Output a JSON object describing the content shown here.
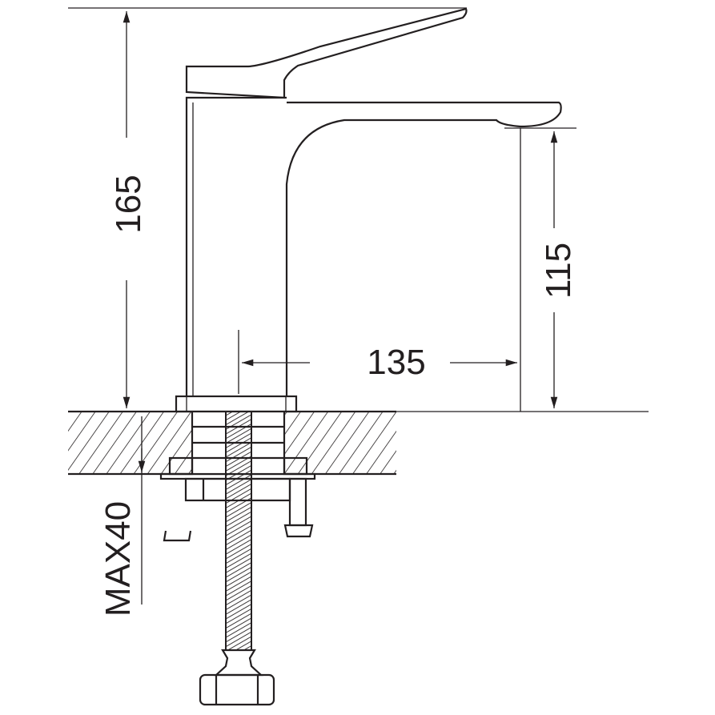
{
  "dimensions": {
    "total_height": "165",
    "spout_height": "115",
    "spout_reach": "135",
    "max_deck_thickness": "MAX40"
  },
  "colors": {
    "line": "#231f20",
    "background": "#ffffff"
  }
}
